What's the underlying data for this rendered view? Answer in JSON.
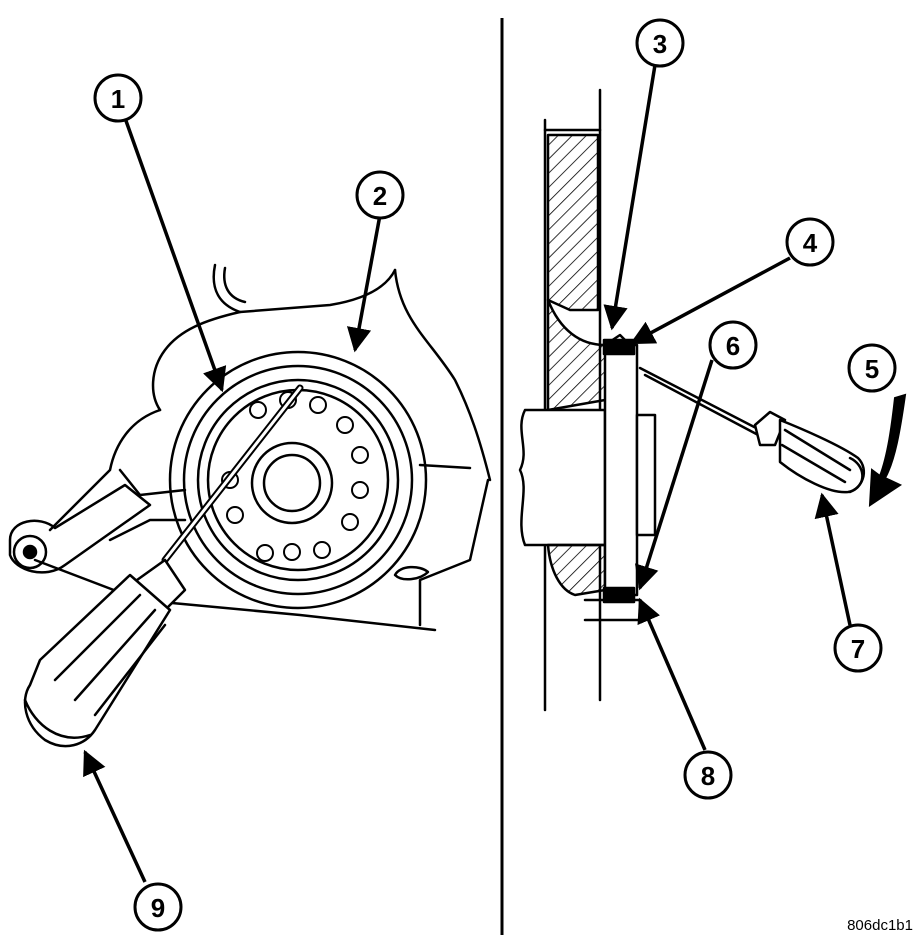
{
  "callouts": [
    "1",
    "2",
    "3",
    "4",
    "5",
    "6",
    "7",
    "8",
    "9"
  ],
  "figure_code": "806dc1b1",
  "colors": {
    "ink": "#000000",
    "paper": "#ffffff"
  }
}
